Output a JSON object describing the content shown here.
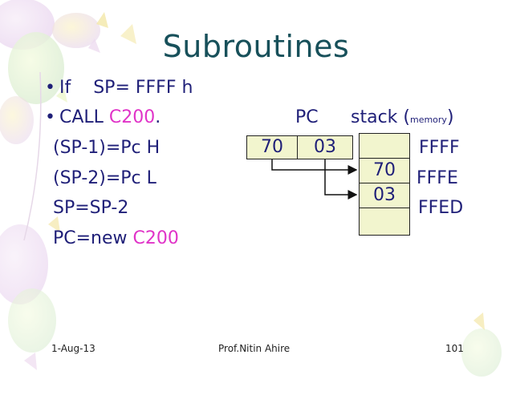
{
  "title": "Subroutines",
  "bullets": [
    {
      "text": "If    SP= FFFF h"
    },
    {
      "prefix": "CALL ",
      "highlight": "C200",
      "suffix": "."
    }
  ],
  "steps": [
    {
      "text": "(SP-1)=Pc H"
    },
    {
      "text": "(SP-2)=Pc L"
    },
    {
      "text": "SP=SP-2"
    },
    {
      "prefix": "PC=new ",
      "highlight": "C200"
    }
  ],
  "diagram": {
    "pc_label": "PC",
    "stack_label": "stack (",
    "stack_label_small": "memory",
    "stack_label_close": ")",
    "pc_high": "70",
    "pc_low": "03",
    "stack_cells": [
      "",
      "70",
      "03",
      ""
    ],
    "addresses": [
      "FFFF",
      "FFFE",
      "FFED"
    ]
  },
  "footer": {
    "date": "1-Aug-13",
    "author": "Prof.Nitin Ahire",
    "page": "101"
  },
  "colors": {
    "title": "#17505a",
    "text": "#1f1f78",
    "highlight": "#e033c8",
    "cell_fill": "#f2f5ce"
  }
}
